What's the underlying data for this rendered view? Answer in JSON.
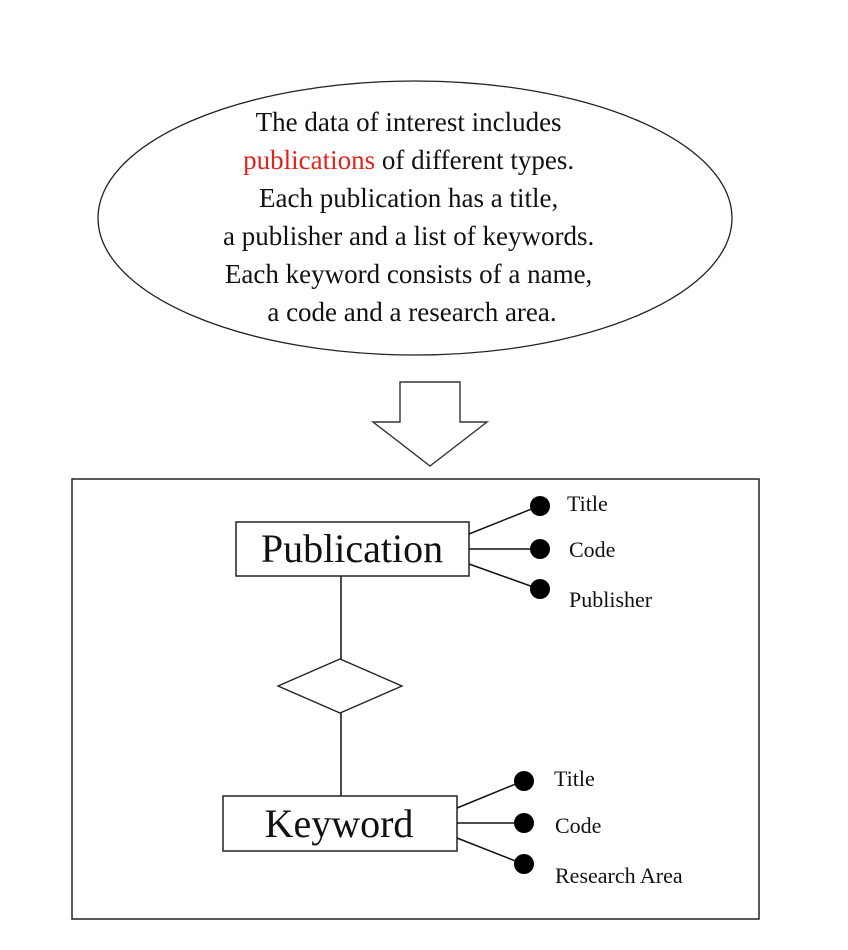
{
  "colors": {
    "ink": "#111111",
    "highlight": "#e2231a",
    "background": "#ffffff"
  },
  "bubble": {
    "lines": [
      {
        "segments": [
          {
            "text": "The data of interest includes",
            "highlight": false
          }
        ]
      },
      {
        "segments": [
          {
            "text": "publications",
            "highlight": true
          },
          {
            "text": " of different types.",
            "highlight": false
          }
        ]
      },
      {
        "segments": [
          {
            "text": "Each publication has a title,",
            "highlight": false
          }
        ]
      },
      {
        "segments": [
          {
            "text": "a publisher and a list of keywords.",
            "highlight": false
          }
        ]
      },
      {
        "segments": [
          {
            "text": "Each keyword consists of a name,",
            "highlight": false
          }
        ]
      },
      {
        "segments": [
          {
            "text": "a code and a research area.",
            "highlight": false
          }
        ]
      }
    ]
  },
  "arrow": {
    "icon": "down-arrow-icon"
  },
  "diagram": {
    "entities": {
      "publication": {
        "label": "Publication",
        "attributes": [
          "Title",
          "Code",
          "Publisher"
        ]
      },
      "keyword": {
        "label": "Keyword",
        "attributes": [
          "Title",
          "Code",
          "Research Area"
        ]
      }
    },
    "relationship": {
      "icon": "relationship-diamond"
    }
  }
}
